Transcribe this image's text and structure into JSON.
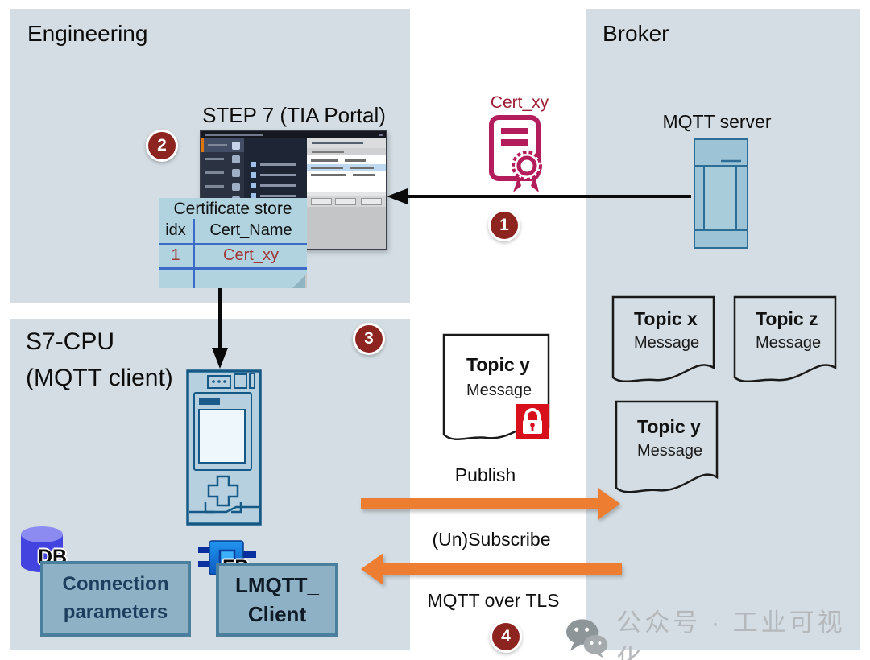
{
  "engineering": {
    "title": "Engineering",
    "tia_caption": "STEP 7 (TIA Portal)",
    "cert_store": {
      "title": "Certificate store",
      "col_idx": "idx",
      "col_name": "Cert_Name",
      "row_idx": "1",
      "row_name": "Cert_xy"
    }
  },
  "s7": {
    "title_line1": "S7-CPU",
    "title_line2": "(MQTT client)",
    "db_label": "DB",
    "fb_label": "FB",
    "connection_line1": "Connection",
    "connection_line2": "parameters",
    "lmqtt_line1": "LMQTT_",
    "lmqtt_line2": "Client"
  },
  "broker": {
    "title": "Broker",
    "server_label": "MQTT server",
    "topics": [
      {
        "title": "Topic x",
        "body": "Message"
      },
      {
        "title": "Topic z",
        "body": "Message"
      },
      {
        "title": "Topic y",
        "body": "Message"
      }
    ]
  },
  "transit": {
    "certificate_label": "Cert_xy",
    "topic_title": "Topic y",
    "topic_body": "Message",
    "publish_label": "Publish",
    "subscribe_label": "(Un)Subscribe",
    "tls_label": "MQTT over TLS"
  },
  "badges": {
    "b1": "1",
    "b2": "2",
    "b3": "3",
    "b4": "4"
  },
  "watermark": {
    "text": "公众号 · 工业可视化"
  },
  "colors": {
    "panel_bg": "#d3dde3",
    "accent_orange": "#ed7d31",
    "badge_red": "#8e2420",
    "cert_magenta": "#b41d5b",
    "cert_label_red": "#9d1b33",
    "table_value_red": "#a23535",
    "table_grid_blue": "#3b6bc7",
    "lock_red": "#d8101c",
    "s7_box_fill": "#8fb1c6",
    "s7_box_border": "#4a7f9d",
    "watermark_gray": "#b4b8bb"
  }
}
